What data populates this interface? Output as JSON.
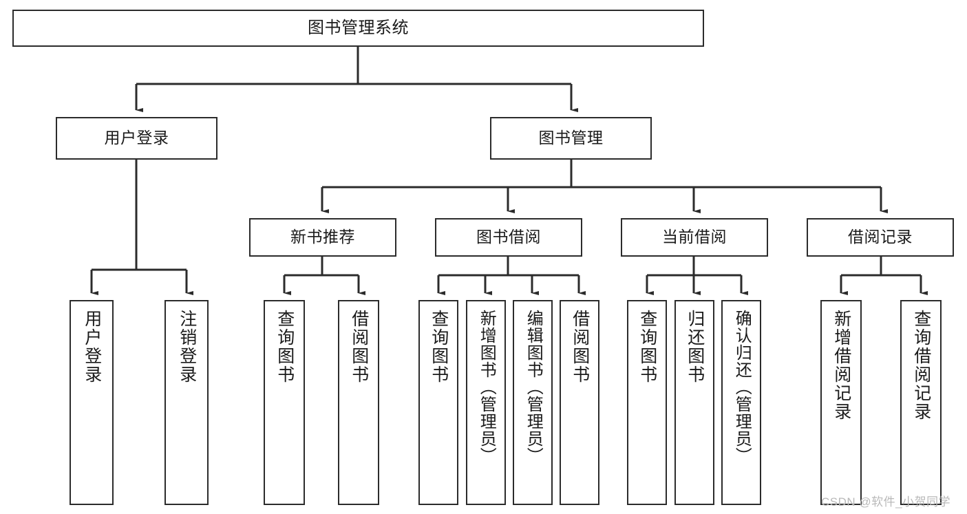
{
  "diagram": {
    "title": "图书管理系统",
    "type": "tree-hierarchy-chart",
    "stroke_color": "#2b2b2b",
    "fill_color": "#ffffff",
    "text_color": "#1a1a1a"
  },
  "root": {
    "label": "图书管理系统"
  },
  "branches": [
    {
      "label": "用户登录"
    },
    {
      "label": "图书管理"
    }
  ],
  "subbranches": [
    {
      "label": "新书推荐"
    },
    {
      "label": "图书借阅"
    },
    {
      "label": "当前借阅"
    },
    {
      "label": "借阅记录"
    }
  ],
  "leaves": {
    "user_login": [
      {
        "label": "用户登录"
      },
      {
        "label": "注销登录"
      }
    ],
    "new_book_recommend": [
      {
        "label": "查询图书"
      },
      {
        "label": "借阅图书"
      }
    ],
    "book_borrow": [
      {
        "label": "查询图书"
      },
      {
        "label": "新增图书（管理员）"
      },
      {
        "label": "编辑图书（管理员）"
      },
      {
        "label": "借阅图书"
      }
    ],
    "current_borrow": [
      {
        "label": "查询图书"
      },
      {
        "label": "归还图书"
      },
      {
        "label": "确认归还（管理员）"
      }
    ],
    "borrow_record": [
      {
        "label": "新增借阅记录"
      },
      {
        "label": "查询借阅记录"
      }
    ]
  },
  "watermark": {
    "text": "CSDN @软件_小贺同学"
  }
}
